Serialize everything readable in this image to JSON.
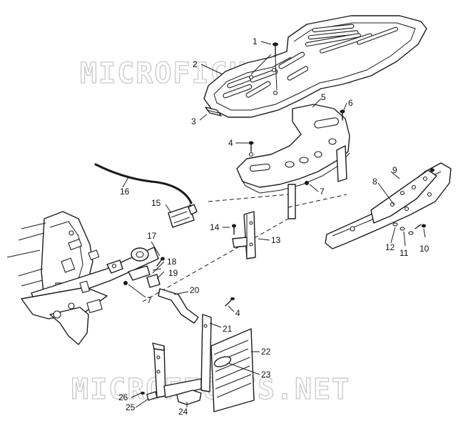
{
  "watermarks": [
    "MICROFICHES.NET",
    "MICROFICHES.NET"
  ],
  "callouts": {
    "c1": "1",
    "c2": "2",
    "c3": "3",
    "c4a": "4",
    "c4b": "4",
    "c5": "5",
    "c6": "6",
    "c7a": "7",
    "c7b": "7",
    "c8": "8",
    "c9": "9",
    "c10": "10",
    "c11": "11",
    "c12": "12",
    "c13": "13",
    "c14": "14",
    "c15": "15",
    "c16": "16",
    "c17": "17",
    "c18": "18",
    "c19": "19",
    "c20": "20",
    "c21": "21",
    "c22": "22",
    "c23": "23",
    "c24": "24",
    "c25": "25",
    "c26": "26"
  }
}
